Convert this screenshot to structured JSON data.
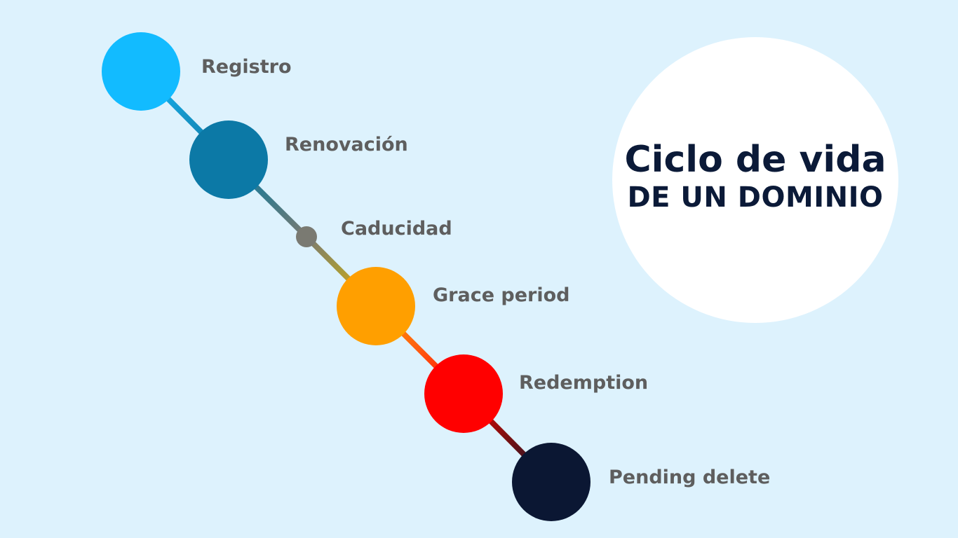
{
  "title": {
    "line1": "Ciclo de vida",
    "line2": "DE UN DOMINIO"
  },
  "stages": [
    {
      "label": "Registro",
      "color": "#12bbff",
      "size": "large"
    },
    {
      "label": "Renovación",
      "color": "#0c79a6",
      "size": "large"
    },
    {
      "label": "Caducidad",
      "color": "#7a7a72",
      "size": "small"
    },
    {
      "label": "Grace period",
      "color": "#ff9f00",
      "size": "large"
    },
    {
      "label": "Redemption",
      "color": "#ff0000",
      "size": "large"
    },
    {
      "label": "Pending delete",
      "color": "#0b1733",
      "size": "large"
    }
  ],
  "connector_colors": [
    "#1596c9",
    "#3a7a8a",
    "#a89a3a",
    "#ff5a10",
    "#7a1010"
  ]
}
